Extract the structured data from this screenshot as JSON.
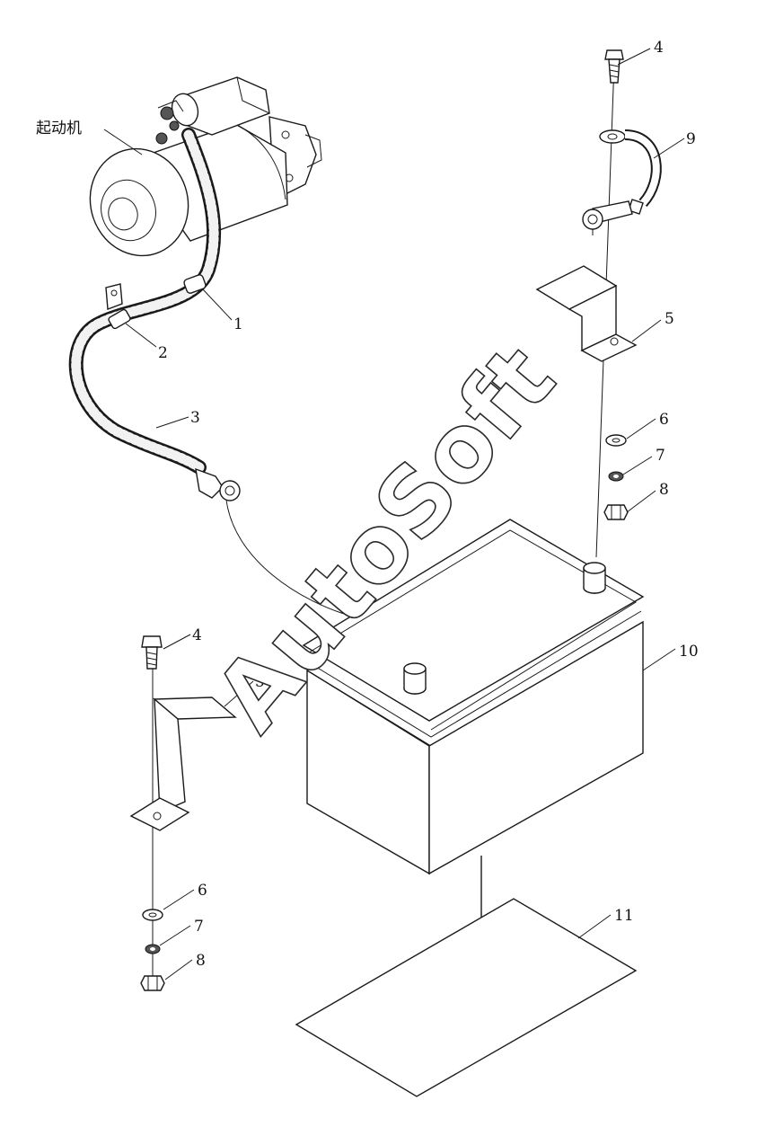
{
  "labels": {
    "starter": "起动机",
    "l1": "1",
    "l2": "2",
    "l3": "3",
    "l4a": "4",
    "l9": "9",
    "l5a": "5",
    "l6a": "6",
    "l7a": "7",
    "l8a": "8",
    "l4b": "4",
    "l5b": "5",
    "l6b": "6",
    "l7b": "7",
    "l8b": "8",
    "l10": "10",
    "l11": "11"
  },
  "watermark": "AutoSoft"
}
